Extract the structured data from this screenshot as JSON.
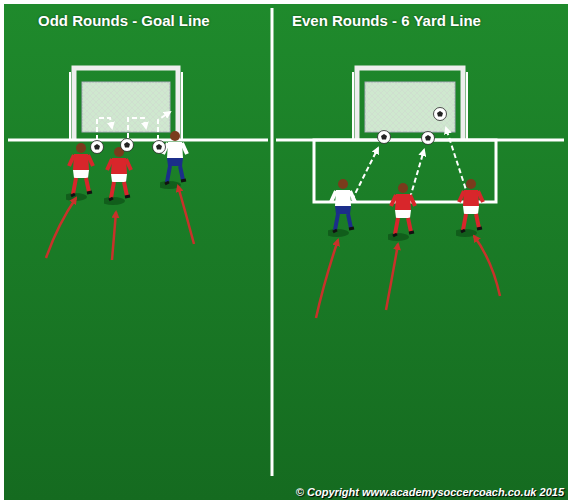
{
  "diagram": {
    "labels": [
      "Odd Rounds - Goal Line",
      "Even Rounds - 6 Yard Line",
      "© Copyright www.academysoccercoach.co.uk 2015"
    ]
  }
}
